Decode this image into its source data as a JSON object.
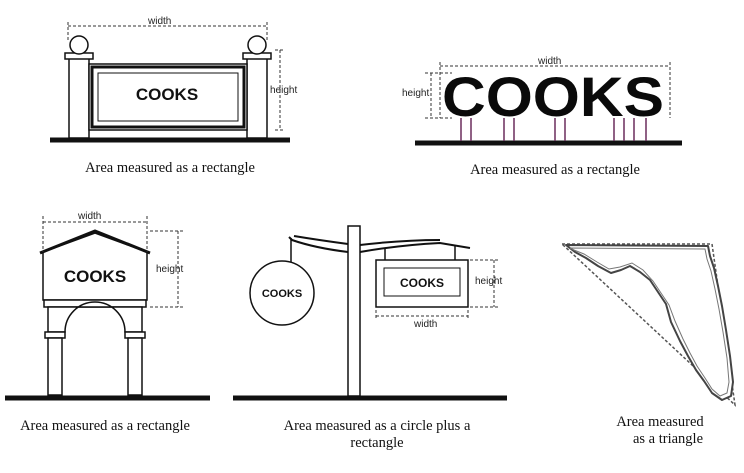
{
  "sign_text": "COOKS",
  "dimension_labels": {
    "width": "width",
    "height": "height"
  },
  "captions": {
    "rect1": "Area measured as a rectangle",
    "rect2": "Area measured as a rectangle",
    "rect3": "Area measured as a rectangle",
    "circle_rect_line1": "Area measured as a circle plus a",
    "circle_rect_line2": "rectangle",
    "triangle_line1": "Area measured",
    "triangle_line2": "as a triangle"
  }
}
